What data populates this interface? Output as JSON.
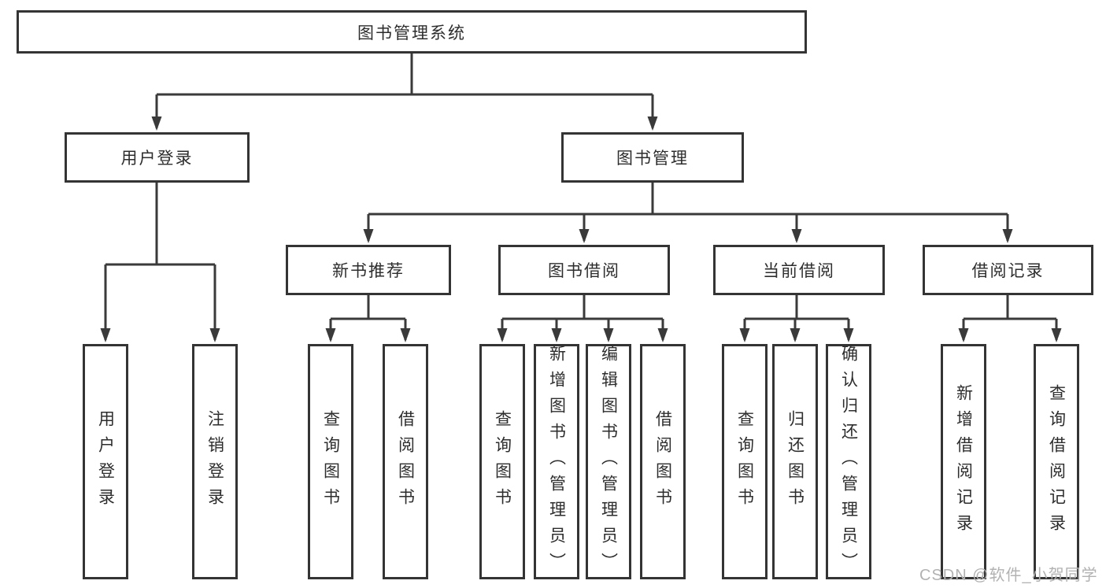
{
  "diagram_title": "图书管理系统",
  "watermark": "CSDN @软件_小贺同学",
  "colors": {
    "line": "#3a3a3a",
    "box_border": "#343434",
    "box_background": "#ffffff",
    "text": "#2d2d2d",
    "watermark": "#b2b2b2",
    "page_background": "#ffffff"
  },
  "tree": {
    "root": {
      "label": "图书管理系统"
    },
    "branches": [
      {
        "label": "用户登录",
        "children": [
          {
            "label": "用户登录"
          },
          {
            "label": "注销登录"
          }
        ]
      },
      {
        "label": "图书管理",
        "children": [
          {
            "label": "新书推荐",
            "children": [
              {
                "label": "查询图书"
              },
              {
                "label": "借阅图书"
              }
            ]
          },
          {
            "label": "图书借阅",
            "children": [
              {
                "label": "查询图书"
              },
              {
                "label": "新增图书（管理员）"
              },
              {
                "label": "编辑图书（管理员）"
              },
              {
                "label": "借阅图书"
              }
            ]
          },
          {
            "label": "当前借阅",
            "children": [
              {
                "label": "查询图书"
              },
              {
                "label": "归还图书"
              },
              {
                "label": "确认归还（管理员）"
              }
            ]
          },
          {
            "label": "借阅记录",
            "children": [
              {
                "label": "新增借阅记录"
              },
              {
                "label": "查询借阅记录"
              }
            ]
          }
        ]
      }
    ]
  }
}
